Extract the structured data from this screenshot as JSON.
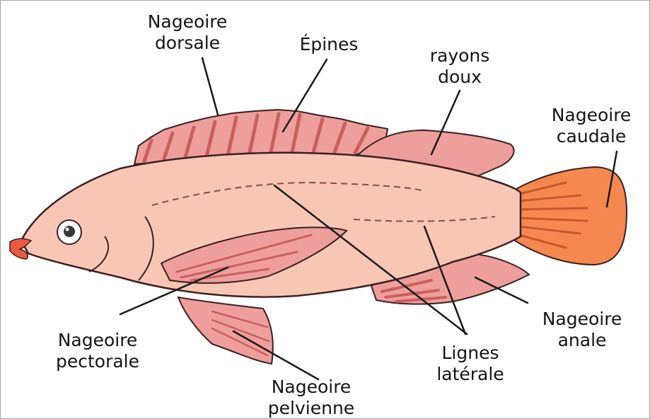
{
  "labels": {
    "dorsal": [
      "Nageoire",
      "dorsale"
    ],
    "spines": [
      "Épines"
    ],
    "soft_rays": [
      "rayons",
      "doux"
    ],
    "caudal": [
      "Nageoire",
      "caudale"
    ],
    "pectoral": [
      "Nageoire",
      "pectorale"
    ],
    "pelvic": [
      "Nageoire",
      "pelvienne"
    ],
    "lateral": [
      "Lignes",
      "latérale"
    ],
    "anal": [
      "Nageoire",
      "anale"
    ]
  },
  "colors": {
    "body": "#f8c6b4",
    "fin": "#ee9f9b",
    "fin_ray": "#c9605e",
    "caudal_fin": "#f4894f",
    "lips": "#ea5a3c",
    "outline": "#3a2020",
    "leader_line": "#1a1a1a",
    "frame_border": "#9aa5b5"
  },
  "icons": [
    "fish-illustration"
  ]
}
